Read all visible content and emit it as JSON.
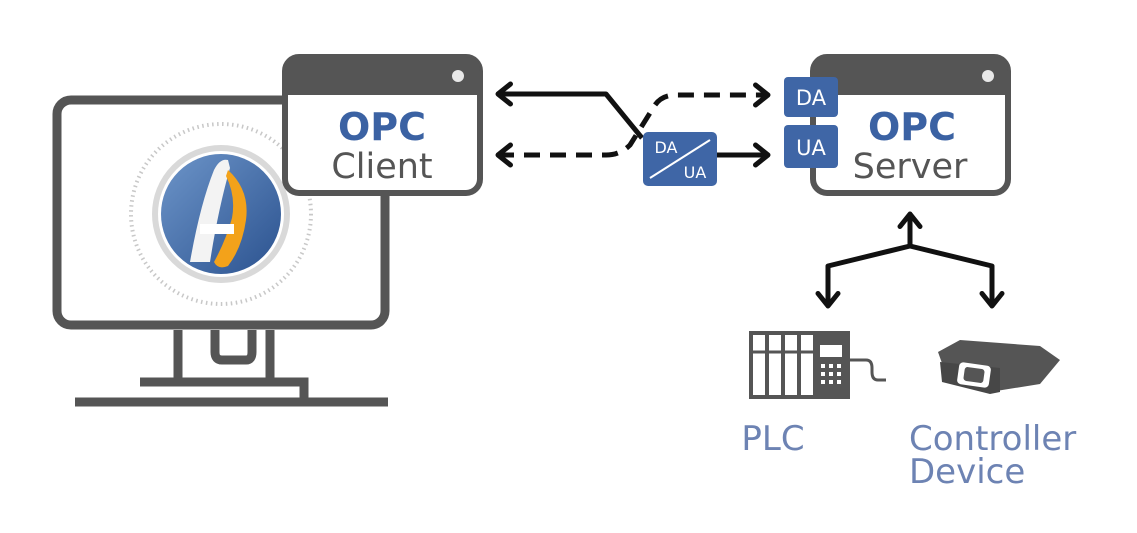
{
  "client": {
    "title": "OPC",
    "role": "Client"
  },
  "server": {
    "title": "OPC",
    "role": "Server",
    "badge_top": "DA",
    "badge_bottom": "UA"
  },
  "protocol_badge": {
    "top": "DA",
    "bottom": "UA"
  },
  "devices": [
    {
      "label": "PLC"
    },
    {
      "label_line1": "Controller",
      "label_line2": "Device"
    }
  ],
  "logo": {
    "letters": "AS"
  },
  "colors": {
    "outline": "#555555",
    "accent": "#3b62a3",
    "badge": "#3f66a6",
    "device_text": "#6d83b3",
    "logo_orange": "#f3a21a"
  }
}
